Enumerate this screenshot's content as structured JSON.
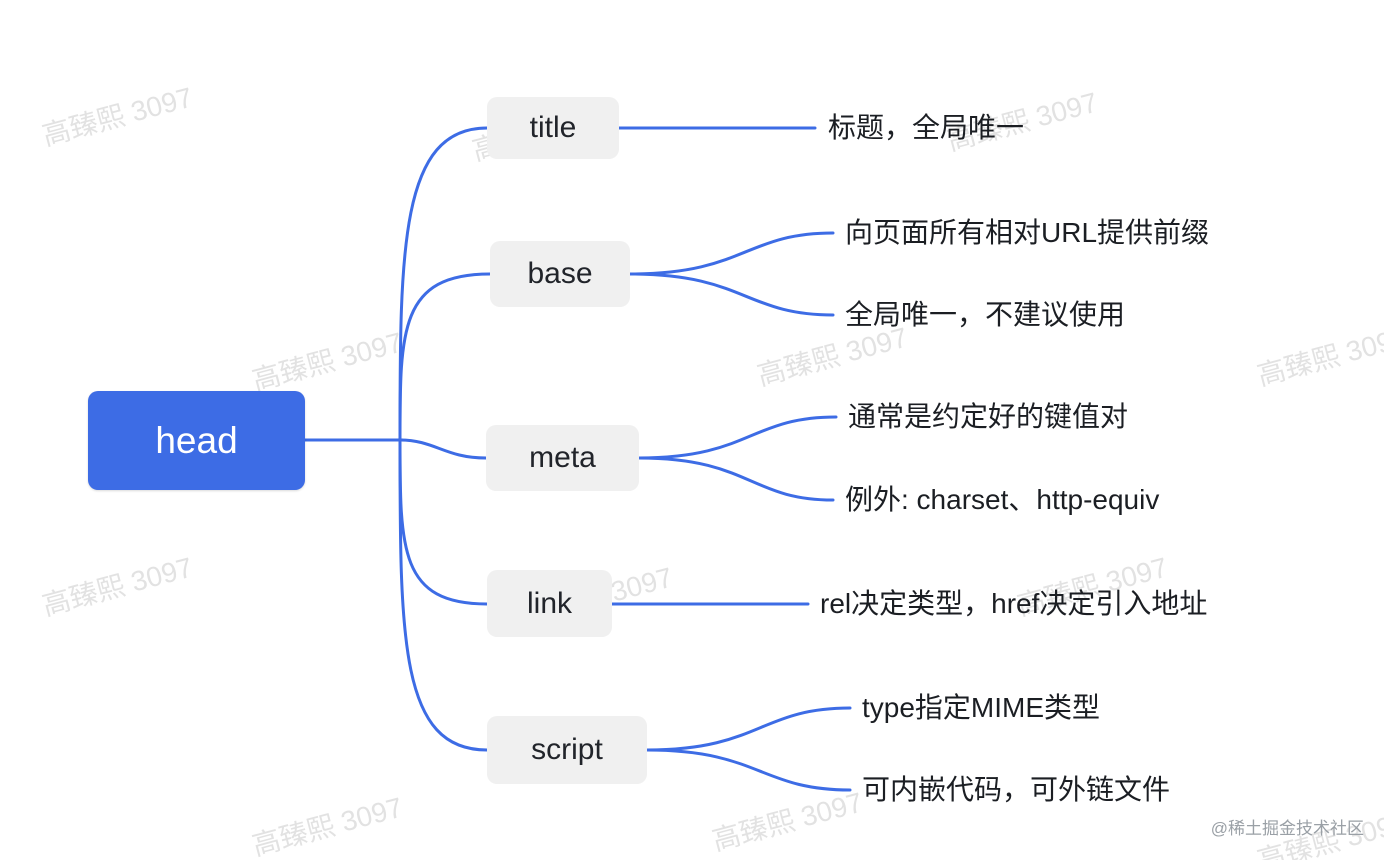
{
  "root": {
    "label": "head"
  },
  "branches": [
    {
      "label": "title",
      "leaves": [
        "标题，全局唯一"
      ]
    },
    {
      "label": "base",
      "leaves": [
        "向页面所有相对URL提供前缀",
        "全局唯一，不建议使用"
      ]
    },
    {
      "label": "meta",
      "leaves": [
        "通常是约定好的键值对",
        "例外: charset、http-equiv"
      ]
    },
    {
      "label": "link",
      "leaves": [
        "rel决定类型，href决定引入地址"
      ]
    },
    {
      "label": "script",
      "leaves": [
        "type指定MIME类型",
        "可内嵌代码，可外链文件"
      ]
    }
  ],
  "watermark": {
    "text": "高臻熙 3097"
  },
  "credit": {
    "text": "@稀土掘金技术社区"
  },
  "colors": {
    "accent": "#3d6ce5",
    "node_bg": "#f0f0f0",
    "root_text": "#ffffff",
    "leaf_text": "#1b1e23"
  }
}
